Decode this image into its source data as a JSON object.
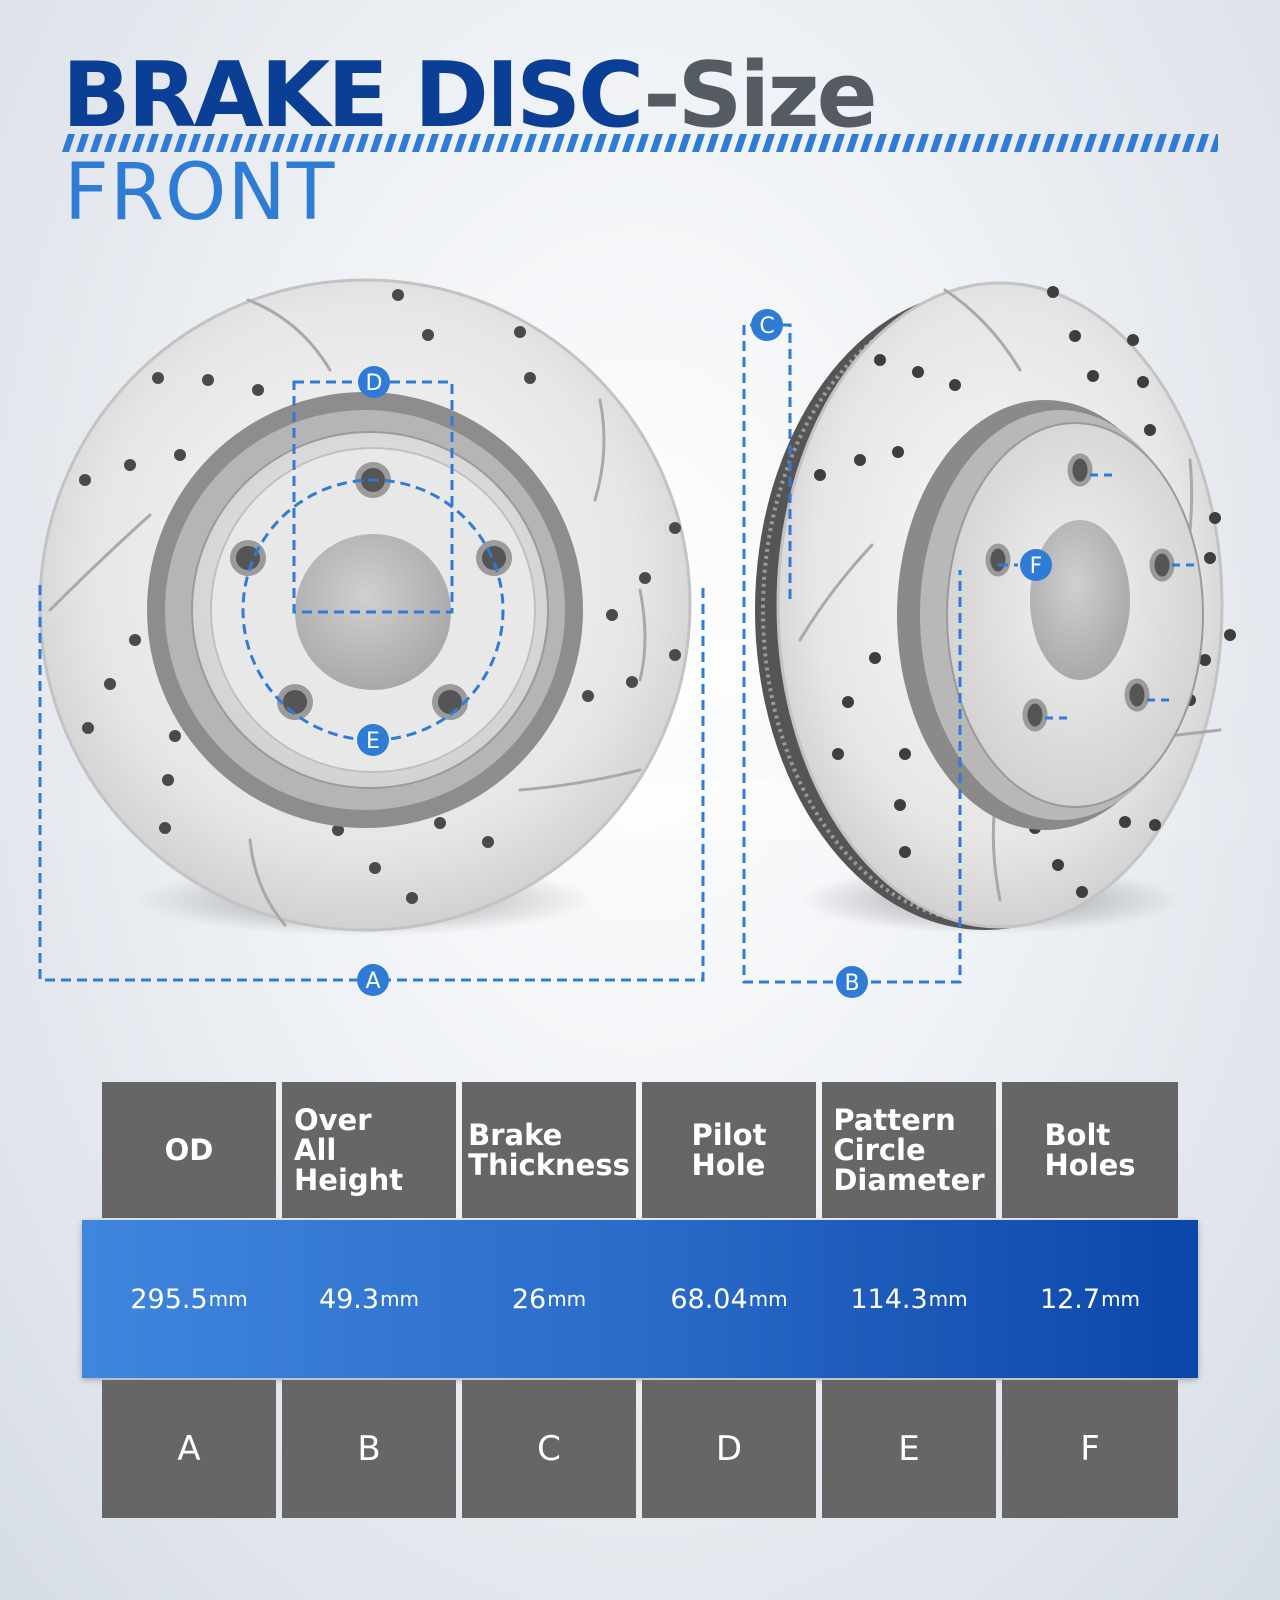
{
  "title": {
    "brand": "BRAKE DISC",
    "suffix": "-Size"
  },
  "subtitle": "FRONT",
  "markers": [
    "A",
    "B",
    "C",
    "D",
    "E",
    "F"
  ],
  "colors": {
    "title_blue": "#0b3f95",
    "accent_blue": "#2f7cd6",
    "cell_gray": "#666666"
  },
  "table": {
    "headers": [
      "OD",
      "Over\nAll Height",
      "Brake\nThickness",
      "Pilot\nHole",
      "Pattern\nCircle\nDiameter",
      "Bolt\nHoles"
    ],
    "values": [
      {
        "num": "295.5",
        "unit": "mm"
      },
      {
        "num": "49.3",
        "unit": "mm"
      },
      {
        "num": "26",
        "unit": "mm"
      },
      {
        "num": "68.04",
        "unit": "mm"
      },
      {
        "num": "114.3",
        "unit": "mm"
      },
      {
        "num": "12.7",
        "unit": "mm"
      }
    ],
    "codes": [
      "A",
      "B",
      "C",
      "D",
      "E",
      "F"
    ]
  }
}
